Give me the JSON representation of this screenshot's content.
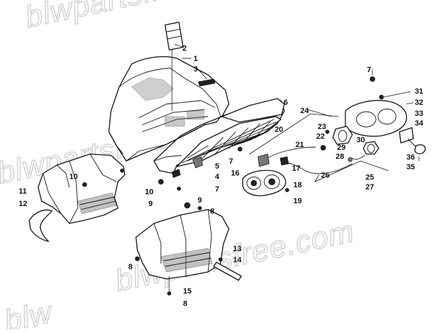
{
  "watermark": {
    "line1": "blwpartsfree.com",
    "line2": "blwpartsfree.com",
    "line3": "blwpartsfree.com",
    "line4": "blw"
  },
  "callouts": [
    "1",
    "2",
    "3",
    "4",
    "5",
    "6",
    "7",
    "7",
    "7",
    "8",
    "8",
    "8",
    "9",
    "9",
    "10",
    "10",
    "11",
    "12",
    "13",
    "14",
    "15",
    "16",
    "17",
    "18",
    "19",
    "20",
    "21",
    "22",
    "23",
    "24",
    "25",
    "26",
    "27",
    "28",
    "29",
    "30",
    "31",
    "32",
    "33",
    "34",
    "35",
    "36"
  ]
}
